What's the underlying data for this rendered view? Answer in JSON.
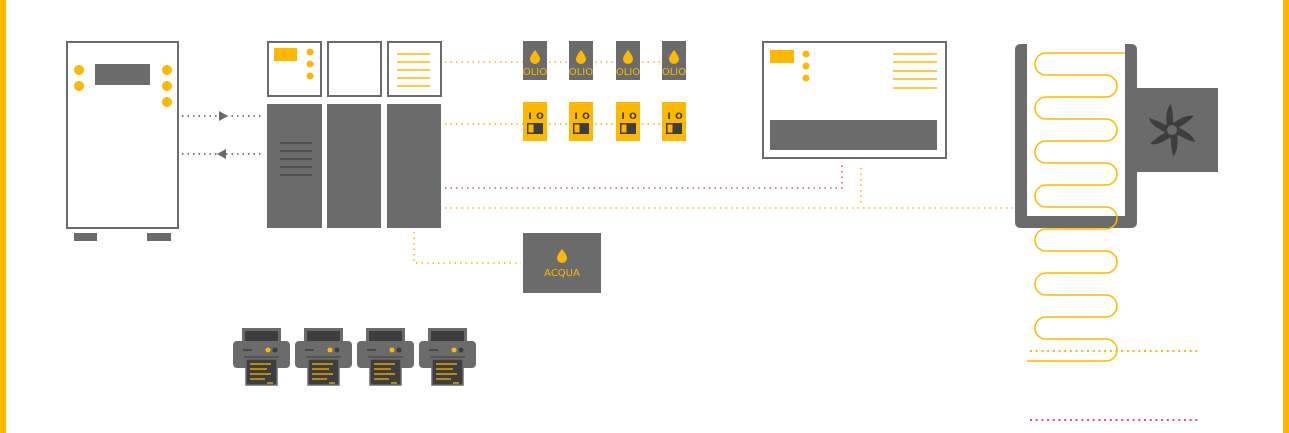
{
  "colors": {
    "accent": "#FFB800",
    "device_gray": "#6B6B6B",
    "dark_gray": "#3E3E3E",
    "line_gray": "#555555",
    "outline_gray": "#6B6B6B",
    "pink": "#F0457A",
    "background": "#FFFFFF"
  },
  "nodes": {
    "server": {
      "name": "server-machine"
    },
    "cabinet": {
      "name": "control-cabinet",
      "columns": 3
    },
    "oil_units": {
      "label": "OLIO",
      "count": 4
    },
    "switches": {
      "label_on": "I",
      "label_off": "O",
      "count": 4
    },
    "water_unit": {
      "label": "ACQUA"
    },
    "control_panel": {
      "name": "control-panel"
    },
    "heat_exchanger": {
      "name": "heat-exchanger-with-fan"
    },
    "printers": {
      "count": 4
    }
  },
  "legend": {
    "items": [
      {
        "style": "dotted",
        "color": "#FFB800"
      },
      {
        "style": "dotted",
        "color": "#F0457A"
      }
    ]
  }
}
